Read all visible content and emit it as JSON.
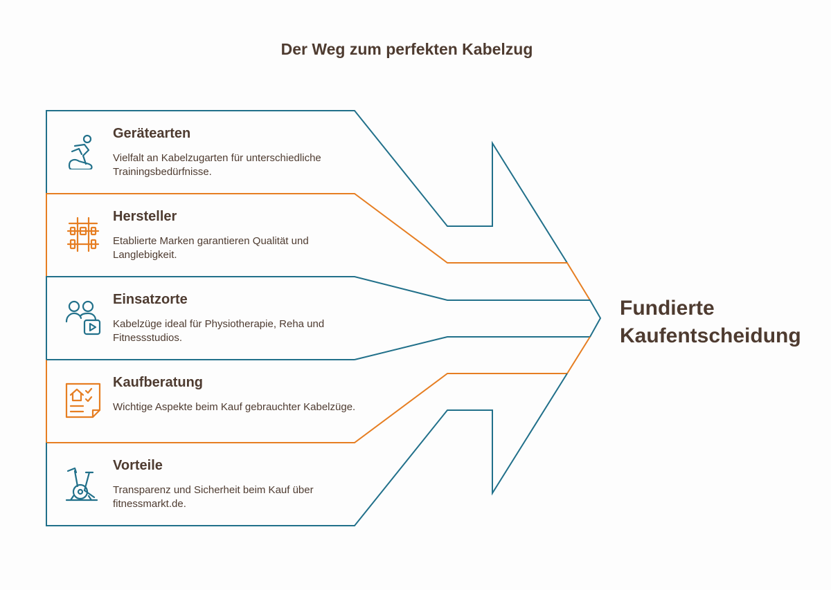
{
  "title": "Der Weg zum perfekten Kabelzug",
  "colors": {
    "teal": "#21708a",
    "orange": "#e67e22",
    "text": "#4e3b30"
  },
  "items": [
    {
      "title": "Gerätearten",
      "desc": "Vielfalt an Kabelzugarten für unterschiedliche Trainingsbedürfnisse.",
      "icon": "exercise-person-icon",
      "color": "teal"
    },
    {
      "title": "Hersteller",
      "desc": "Etablierte Marken garantieren Qualität und Langlebigkeit.",
      "icon": "weight-rack-icon",
      "color": "orange"
    },
    {
      "title": "Einsatzorte",
      "desc": "Kabelzüge ideal für Physiotherapie, Reha und Fitnessstudios.",
      "icon": "people-video-icon",
      "color": "teal"
    },
    {
      "title": "Kaufberatung",
      "desc": "Wichtige Aspekte beim Kauf gebrauchter Kabelzüge.",
      "icon": "checklist-house-icon",
      "color": "orange"
    },
    {
      "title": "Vorteile",
      "desc": "Transparenz und Sicherheit beim Kauf über fitnessmarkt.de.",
      "icon": "exercise-bike-icon",
      "color": "teal"
    }
  ],
  "outcome": {
    "line1": "Fundierte",
    "line2": "Kaufentscheidung"
  }
}
